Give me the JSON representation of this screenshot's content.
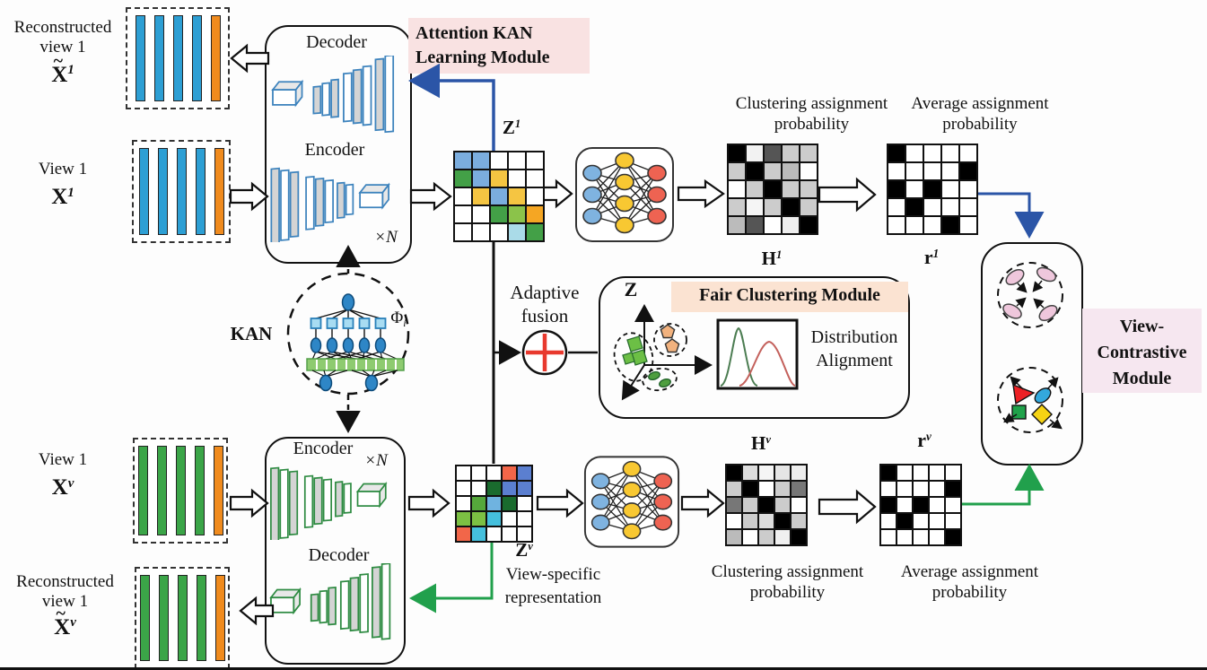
{
  "io": {
    "recon_top": {
      "line1": "Reconstructed",
      "line2": "view 1",
      "sym": {
        "tilde": "~",
        "base": "X",
        "sup": "1"
      },
      "bar_colors": [
        "#2d9fd4",
        "#2d9fd4",
        "#2d9fd4",
        "#2d9fd4",
        "#f08b1e"
      ]
    },
    "view_top": {
      "line1": "View 1",
      "sym": {
        "base": "X",
        "sup": "1"
      },
      "bar_colors": [
        "#2d9fd4",
        "#2d9fd4",
        "#2d9fd4",
        "#2d9fd4",
        "#f08b1e"
      ]
    },
    "view_bottom": {
      "line1": "View 1",
      "sym": {
        "base": "X",
        "sup": "v"
      },
      "bar_colors": [
        "#3ba548",
        "#3ba548",
        "#3ba548",
        "#3ba548",
        "#f08b1e"
      ]
    },
    "recon_bottom": {
      "line1": "Reconstructed",
      "line2": "view 1",
      "sym": {
        "tilde": "~",
        "base": "X",
        "sup": "v"
      },
      "bar_colors": [
        "#3ba548",
        "#3ba548",
        "#3ba548",
        "#3ba548",
        "#f08b1e"
      ]
    }
  },
  "codec_top": {
    "decoder": "Decoder",
    "encoder": "Encoder",
    "repeat": "×N"
  },
  "codec_bottom": {
    "encoder": "Encoder",
    "decoder": "Decoder",
    "repeat": "×N"
  },
  "modules": {
    "attention": {
      "line1": "Attention KAN",
      "line2": "Learning Module",
      "bg": "#f9e2e2"
    },
    "fair": {
      "label": "Fair Clustering Module",
      "bg": "#fbe3d2",
      "z": "Z",
      "dist1": "Distribution",
      "dist2": "Alignment"
    },
    "contrastive": {
      "line1": "View-",
      "line2": "Contrastive",
      "line3": "Module",
      "bg": "#f6e7f0"
    }
  },
  "kan": {
    "label": "KAN",
    "phi": "Φ",
    "phi_sub": "i"
  },
  "fusion": {
    "line1": "Adaptive",
    "line2": "fusion"
  },
  "captions": {
    "clu1": "Clustering assignment",
    "clu2": "probability",
    "avg1": "Average assignment",
    "avg2": "probability"
  },
  "reps": {
    "z1": {
      "base": "Z",
      "sup": "1",
      "cells": [
        [
          "#7badde",
          "#7badde",
          "#ffffff",
          "#ffffff",
          "#ffffff"
        ],
        [
          "#43a047",
          "#7badde",
          "#f5c542",
          "#ffffff",
          "#ffffff"
        ],
        [
          "#ffffff",
          "#f5c542",
          "#7badde",
          "#f5c542",
          "#ffffff"
        ],
        [
          "#ffffff",
          "#ffffff",
          "#43a047",
          "#8bc34a",
          "#f5a623"
        ],
        [
          "#ffffff",
          "#ffffff",
          "#ffffff",
          "#aadbe8",
          "#43a047"
        ]
      ]
    },
    "zv": {
      "base": "Z",
      "sup": "v",
      "cap1": "View-specific",
      "cap2": "representation",
      "cells": [
        [
          "#ffffff",
          "#ffffff",
          "#ffffff",
          "#f26649",
          "#5b7fd0"
        ],
        [
          "#ffffff",
          "#ffffff",
          "#1a6b2e",
          "#5b7fd0",
          "#5b7fd0"
        ],
        [
          "#ffffff",
          "#55a83b",
          "#6fb3e0",
          "#1a6b2e",
          "#ffffff"
        ],
        [
          "#7cc043",
          "#7cc043",
          "#45c0dd",
          "#ffffff",
          "#ffffff"
        ],
        [
          "#f26649",
          "#45c0dd",
          "#ffffff",
          "#ffffff",
          "#ffffff"
        ]
      ]
    },
    "h1": {
      "base": "H",
      "sup": "1",
      "cells": [
        [
          "#000000",
          "#f2f2f2",
          "#555555",
          "#cccccc",
          "#cccccc"
        ],
        [
          "#cccccc",
          "#000000",
          "#cccccc",
          "#bbbbbb",
          "#ffffff"
        ],
        [
          "#ffffff",
          "#cccccc",
          "#000000",
          "#cccccc",
          "#cccccc"
        ],
        [
          "#cccccc",
          "#f5f5f5",
          "#cccccc",
          "#000000",
          "#cccccc"
        ],
        [
          "#bbbbbb",
          "#555555",
          "#ffffff",
          "#eeeeee",
          "#000000"
        ]
      ]
    },
    "hv": {
      "base": "H",
      "sup": "v",
      "cells": [
        [
          "#000000",
          "#dddddd",
          "#f5f5f5",
          "#e5e5e5",
          "#eeeeee"
        ],
        [
          "#cccccc",
          "#000000",
          "#ffffff",
          "#cccccc",
          "#777777"
        ],
        [
          "#777777",
          "#cccccc",
          "#000000",
          "#cccccc",
          "#ffffff"
        ],
        [
          "#ffffff",
          "#cccccc",
          "#dddddd",
          "#000000",
          "#cccccc"
        ],
        [
          "#bbbbbb",
          "#ffffff",
          "#cccccc",
          "#f0f0f0",
          "#000000"
        ]
      ]
    },
    "r1": {
      "base": "r",
      "sup": "1",
      "cells": [
        [
          "#000000",
          "#ffffff",
          "#ffffff",
          "#ffffff",
          "#ffffff"
        ],
        [
          "#ffffff",
          "#ffffff",
          "#ffffff",
          "#ffffff",
          "#000000"
        ],
        [
          "#000000",
          "#ffffff",
          "#000000",
          "#ffffff",
          "#ffffff"
        ],
        [
          "#ffffff",
          "#000000",
          "#ffffff",
          "#ffffff",
          "#ffffff"
        ],
        [
          "#ffffff",
          "#ffffff",
          "#ffffff",
          "#000000",
          "#ffffff"
        ]
      ]
    },
    "rv": {
      "base": "r",
      "sup": "v",
      "cells": [
        [
          "#000000",
          "#ffffff",
          "#ffffff",
          "#ffffff",
          "#ffffff"
        ],
        [
          "#ffffff",
          "#ffffff",
          "#ffffff",
          "#ffffff",
          "#000000"
        ],
        [
          "#000000",
          "#ffffff",
          "#000000",
          "#ffffff",
          "#ffffff"
        ],
        [
          "#ffffff",
          "#000000",
          "#ffffff",
          "#ffffff",
          "#ffffff"
        ],
        [
          "#ffffff",
          "#ffffff",
          "#ffffff",
          "#ffffff",
          "#000000"
        ]
      ]
    }
  }
}
